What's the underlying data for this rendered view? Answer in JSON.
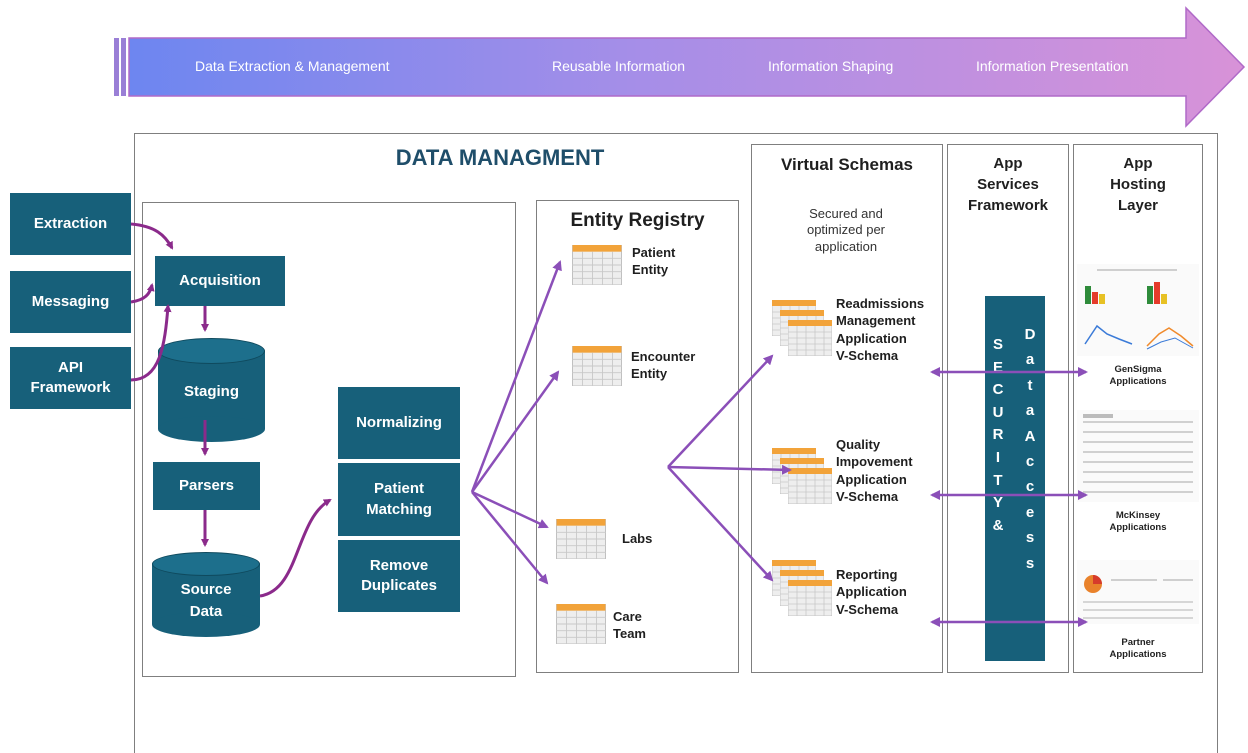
{
  "banner": {
    "stages": [
      "Data  Extraction & Management",
      "Reusable Information",
      "Information Shaping",
      "Information Presentation"
    ]
  },
  "data_management": {
    "title": "DATA MANAGMENT",
    "inputs": [
      "Extraction",
      "Messaging",
      "API\nFramework"
    ],
    "pipeline": {
      "acquisition": "Acquisition",
      "staging": "Staging",
      "parsers": "Parsers",
      "source_data": "Source\nData"
    },
    "processing": [
      "Normalizing",
      "Patient\nMatching",
      "Remove\nDuplicates"
    ]
  },
  "entity_registry": {
    "title": "Entity Registry",
    "entities": [
      "Patient\nEntity",
      "Encounter\nEntity",
      "Labs",
      "Care\nTeam"
    ]
  },
  "virtual_schemas": {
    "title": "Virtual Schemas",
    "subtitle": "Secured and\noptimized per\napplication",
    "schemas": [
      "Readmissions\nManagement\nApplication\nV-Schema",
      "Quality\nImpovement\nApplication\nV-Schema",
      "Reporting\nApplication\nV-Schema"
    ]
  },
  "app_services": {
    "title": "App\nServices\nFramework",
    "security_label": "SECURITY&",
    "data_access_label": "DataAccess"
  },
  "app_hosting": {
    "title": "App\nHosting\nLayer",
    "apps": [
      "GenSigma\nApplications",
      "McKinsey\nApplications",
      "Partner\nApplications"
    ]
  },
  "colors": {
    "teal": "#17607a",
    "connector": "#8b2a8b",
    "banner_left": "#7b8ff0",
    "banner_right": "#d88fd8",
    "callout_stroke": "#8b4fb8"
  }
}
